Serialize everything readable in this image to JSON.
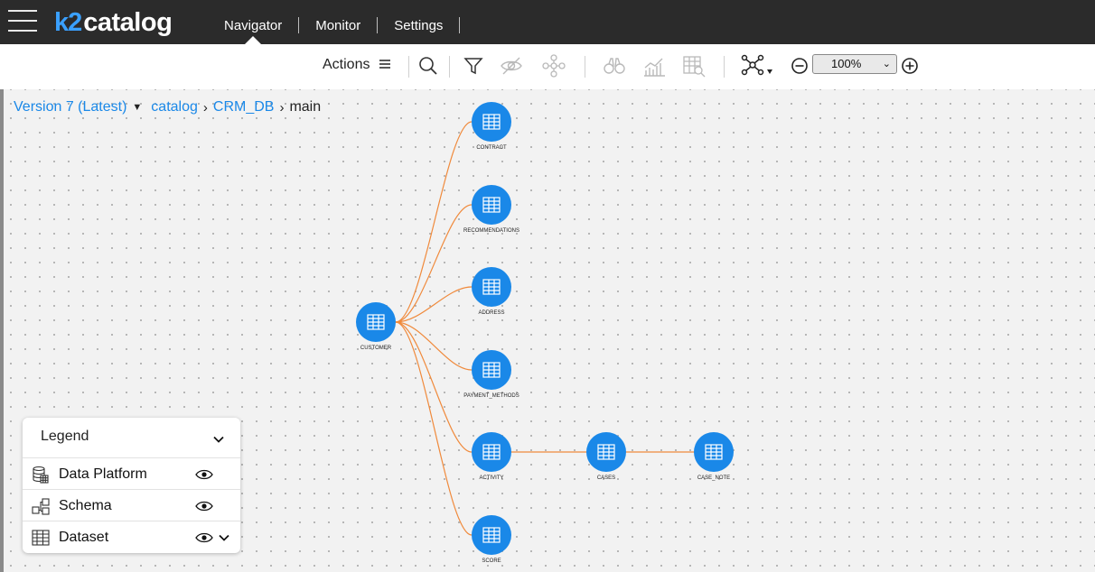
{
  "app": {
    "brand_k2": "k2",
    "brand_catalog": "catalog"
  },
  "nav": {
    "items": [
      {
        "label": "Navigator",
        "active": true
      },
      {
        "label": "Monitor"
      },
      {
        "label": "Settings"
      }
    ]
  },
  "toolbar": {
    "actions_label": "Actions",
    "zoom_value": "100%",
    "icons": [
      "menu-lines-icon",
      "search-icon",
      "filter-icon",
      "hide-eye-icon",
      "graph-nodes-icon",
      "binoculars-icon",
      "bar-chart-icon",
      "table-search-icon",
      "network-layout-icon",
      "zoom-out-icon",
      "zoom-in-icon"
    ]
  },
  "breadcrumb": {
    "version": "Version 7 (Latest)",
    "items": [
      "catalog",
      "CRM_DB",
      "main"
    ]
  },
  "graph": {
    "accent": "#1a88e8",
    "edge_color": "#f08a3c",
    "nodes": [
      {
        "id": "CUSTOMER",
        "label": "CUSTOMER"
      },
      {
        "id": "CONTRACT",
        "label": "CONTRACT"
      },
      {
        "id": "RECOMMENDATIONS",
        "label": "RECOMMENDATIONS"
      },
      {
        "id": "ADDRESS",
        "label": "ADDRESS"
      },
      {
        "id": "PAYMENT_METHODS",
        "label": "PAYMENT_METHODS"
      },
      {
        "id": "ACTIVITY",
        "label": "ACTIVITY"
      },
      {
        "id": "CASES",
        "label": "CASES"
      },
      {
        "id": "CASE_NOTE",
        "label": "CASE_NOTE"
      },
      {
        "id": "SCORE",
        "label": "SCORE"
      }
    ],
    "edges": [
      [
        "CUSTOMER",
        "CONTRACT"
      ],
      [
        "CUSTOMER",
        "RECOMMENDATIONS"
      ],
      [
        "CUSTOMER",
        "ADDRESS"
      ],
      [
        "CUSTOMER",
        "PAYMENT_METHODS"
      ],
      [
        "CUSTOMER",
        "ACTIVITY"
      ],
      [
        "CUSTOMER",
        "SCORE"
      ],
      [
        "ACTIVITY",
        "CASES"
      ],
      [
        "CASES",
        "CASE_NOTE"
      ]
    ]
  },
  "legend": {
    "title": "Legend",
    "items": [
      {
        "label": "Data Platform",
        "icon": "database-stack-icon"
      },
      {
        "label": "Schema",
        "icon": "schema-icon"
      },
      {
        "label": "Dataset",
        "icon": "table-icon"
      }
    ]
  }
}
